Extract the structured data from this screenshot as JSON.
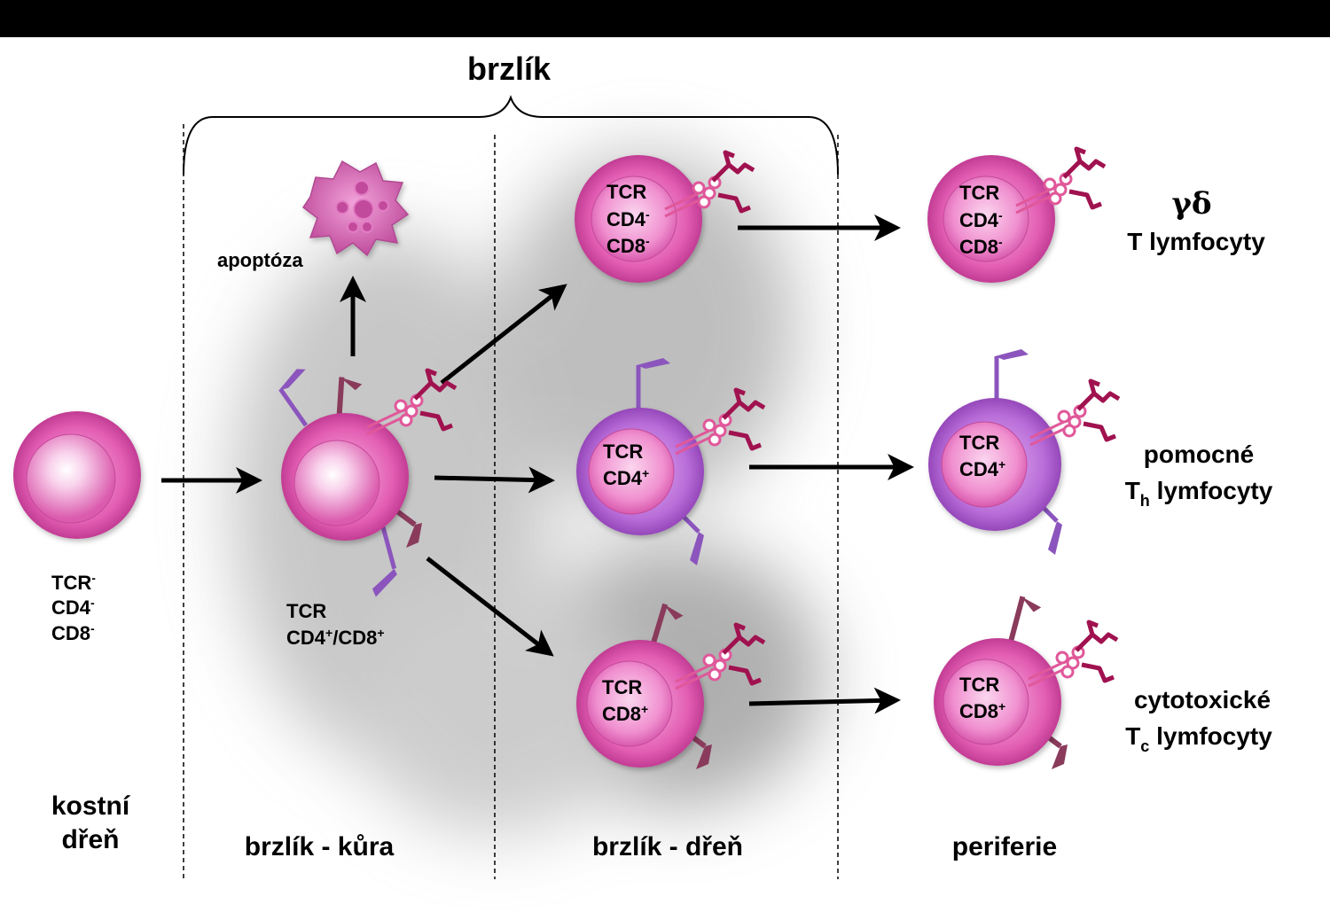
{
  "header": {
    "thymus": "brzlík"
  },
  "labels": {
    "apoptosis": "apoptóza"
  },
  "cells": {
    "bone_marrow": {
      "line1": "TCR",
      "line1_sup": "-",
      "line2": "CD4",
      "line2_sup": "-",
      "line3": "CD8",
      "line3_sup": "-"
    },
    "cortex": {
      "line1": "TCR",
      "line2_a": "CD4",
      "line2_a_sup": "+",
      "line2_sep": "/CD8",
      "line2_b_sup": "+"
    },
    "medulla_dn": {
      "line1": "TCR",
      "line2": "CD4",
      "line2_sup": "-",
      "line3": "CD8",
      "line3_sup": "-"
    },
    "medulla_cd4": {
      "line1": "TCR",
      "line2": "CD4",
      "line2_sup": "+"
    },
    "medulla_cd8": {
      "line1": "TCR",
      "line2": "CD8",
      "line2_sup": "+"
    },
    "periph_dn": {
      "line1": "TCR",
      "line2": "CD4",
      "line2_sup": "-",
      "line3": "CD8",
      "line3_sup": "-"
    },
    "periph_cd4": {
      "line1": "TCR",
      "line2": "CD4",
      "line2_sup": "+"
    },
    "periph_cd8": {
      "line1": "TCR",
      "line2": "CD8",
      "line2_sup": "+"
    }
  },
  "outcomes": {
    "gamma_delta": {
      "greek": "γδ",
      "line2": "T lymfocyty"
    },
    "helper": {
      "line1": "pomocné",
      "line2_t": "T",
      "line2_sub": "h",
      "line2_rest": " lymfocyty"
    },
    "cytotoxic": {
      "line1": "cytotoxické",
      "line2_t": "T",
      "line2_sub": "c",
      "line2_rest": " lymfocyty"
    }
  },
  "regions": {
    "bone_marrow_line1": "kostní",
    "bone_marrow_line2": "dřeň",
    "cortex": "brzlík - kůra",
    "medulla": "brzlík - dřeň",
    "periphery": "periferie"
  },
  "colors": {
    "cell_outer": "#e45fb5",
    "cell_inner": "#f4a9d8",
    "cell_purple": "#b96fd6",
    "tcr_marker": "#b0185a",
    "cd4_marker": "#8a52b8",
    "cd8_marker": "#8a3b5c",
    "apoptotic": "#d86bbd"
  },
  "icons": [
    "apoptotic-cell-icon",
    "tcr-receptor-icon",
    "cd4-receptor-icon",
    "cd8-receptor-icon"
  ]
}
